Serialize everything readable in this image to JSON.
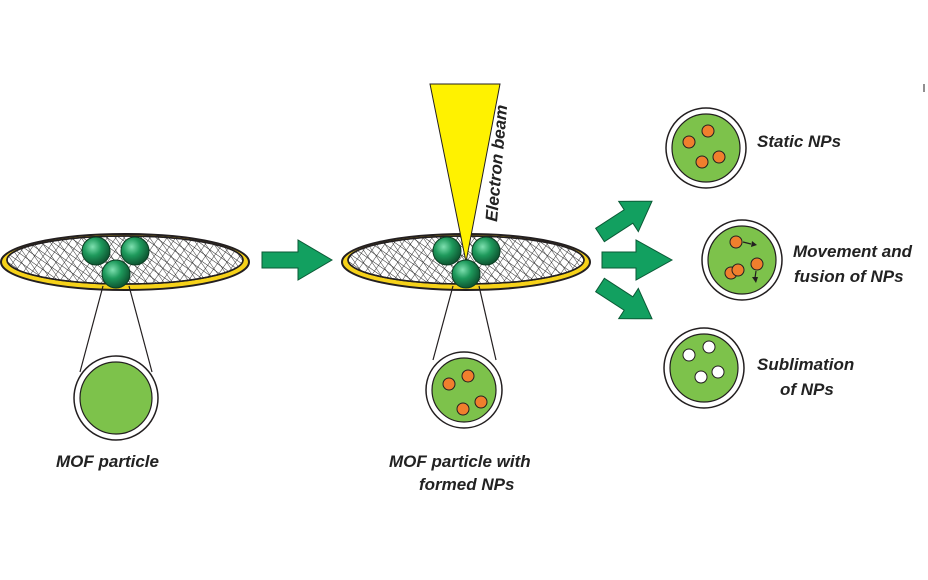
{
  "labels": {
    "mof_particle": "MOF particle",
    "mof_with_nps_line1": "MOF particle with",
    "mof_with_nps_line2": "formed NPs",
    "electron_beam": "Electron beam",
    "static_nps": "Static NPs",
    "movement_line1": "Movement and",
    "movement_line2": "fusion of NPs",
    "sublimation_line1": "Sublimation",
    "sublimation_line2": "of NPs"
  },
  "colors": {
    "mof_green": "#7dc24b",
    "sphere_teal": "#1e9a5c",
    "arrow_green": "#12a060",
    "nanoparticle_orange": "#f07f2d",
    "grid_ring_yellow": "#f6d21a",
    "beam_yellow": "#fff200",
    "outline": "#231f20"
  },
  "icons": {
    "grid": "tem-grid-icon",
    "arrow": "arrow-right-icon",
    "beam": "electron-beam-icon"
  }
}
